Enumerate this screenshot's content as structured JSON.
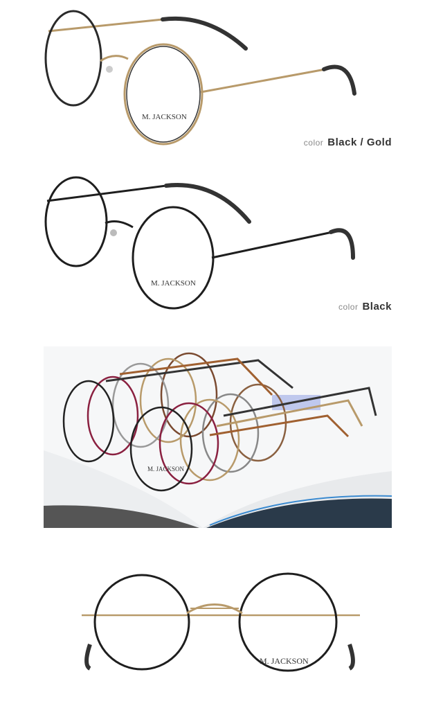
{
  "products": [
    {
      "color_prefix": "color",
      "color_name": "Black / Gold",
      "brand": "M. JACKSON",
      "frame": "#b89a6a",
      "rim": "#2a2a2a"
    },
    {
      "color_prefix": "color",
      "color_name": "Black",
      "brand": "M. JACKSON",
      "frame": "#1e1e1e",
      "rim": "#1e1e1e"
    }
  ],
  "lineup_photo": {
    "brand": "M. JACKSON"
  },
  "front_view": {
    "brand": "M. JACKSON"
  }
}
